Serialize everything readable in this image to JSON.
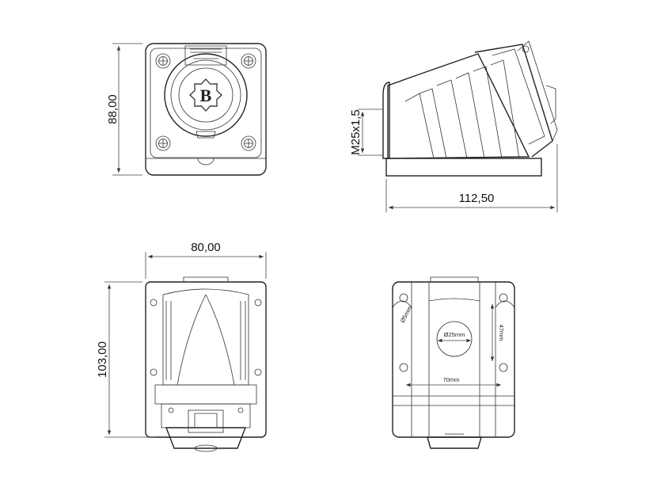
{
  "dimensions": {
    "front_height": "88,00",
    "side_thread": "M25x1,5",
    "side_length": "112,50",
    "top_width": "80,00",
    "top_height": "103,00"
  },
  "rear_labels": {
    "hole_diameter": "Ø5mm",
    "center_diameter": "Ø25mm",
    "vertical_spacing": "47mm",
    "horizontal_spacing": "70mm"
  },
  "logo": {
    "letter": "B"
  }
}
